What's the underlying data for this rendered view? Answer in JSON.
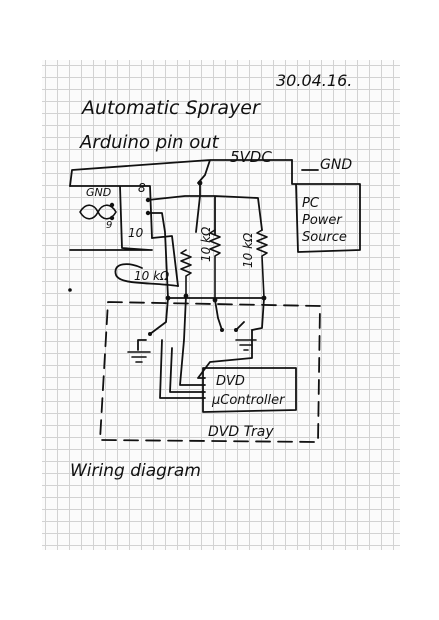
{
  "sheet": {
    "date": "30.04.16.",
    "title": "Automatic Sprayer",
    "subtitle": "Arduino pin out",
    "caption": "Wiring diagram"
  },
  "labels": {
    "supply": "5VDC",
    "ground": "GND",
    "arduino_gnd": "GND",
    "pin_8": "8",
    "pin_9": "9",
    "pin_10": "10",
    "power_source_line1": "PC",
    "power_source_line2": "Power",
    "power_source_line3": "Source",
    "resistor_left": "10 kΩ",
    "resistor_mid": "10 kΩ",
    "resistor_right": "10 kΩ",
    "controller_line1": "DVD",
    "controller_line2": "μController",
    "tray": "DVD Tray"
  },
  "colors": {
    "ink": "#111111",
    "grid": "#d2d2d2",
    "paper": "#fbfbfb"
  }
}
